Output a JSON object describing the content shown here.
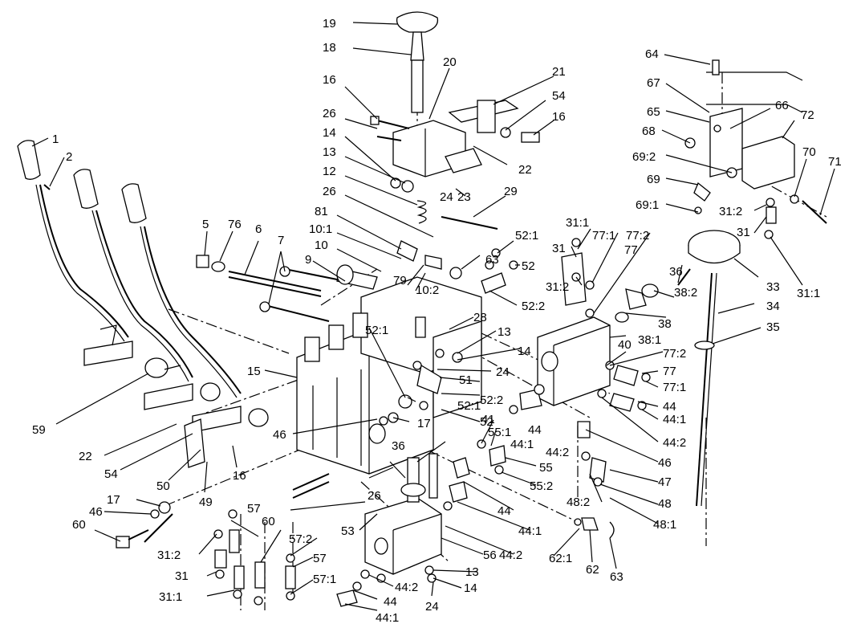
{
  "diagram": {
    "type": "exploded-parts-diagram",
    "callouts": [
      "1",
      "2",
      "5",
      "76",
      "6",
      "7",
      "9",
      "15",
      "59",
      "22",
      "54",
      "50",
      "49",
      "16",
      "17",
      "46",
      "60",
      "19",
      "18",
      "20",
      "16",
      "26",
      "14",
      "13",
      "12",
      "26",
      "81",
      "10:1",
      "10",
      "24",
      "23",
      "21",
      "54",
      "16",
      "22",
      "29",
      "52:1",
      "63",
      "52",
      "79",
      "10:2",
      "52:2",
      "28",
      "13",
      "14",
      "24",
      "51",
      "52:2",
      "52:1",
      "52",
      "52:1",
      "17",
      "46",
      "31:1",
      "31",
      "31:2",
      "77:1",
      "77",
      "77:2",
      "38:2",
      "38",
      "38:1",
      "40",
      "36",
      "33",
      "34",
      "35",
      "77:2",
      "77",
      "77:1",
      "44",
      "44:1",
      "44:2",
      "46",
      "47",
      "48",
      "48:1",
      "48:2",
      "64",
      "67",
      "65",
      "66",
      "72",
      "68",
      "69:2",
      "69",
      "69:1",
      "70",
      "71",
      "31:2",
      "31",
      "31:1",
      "41",
      "55:1",
      "55",
      "55:2",
      "44",
      "44:1",
      "44:2",
      "36",
      "26",
      "57",
      "60",
      "31:2",
      "31",
      "31:1",
      "57:2",
      "57",
      "57:1",
      "53",
      "56",
      "13",
      "14",
      "24",
      "44:2",
      "44",
      "44:1",
      "44",
      "44:1",
      "44:2",
      "62:1",
      "62",
      "63"
    ]
  }
}
